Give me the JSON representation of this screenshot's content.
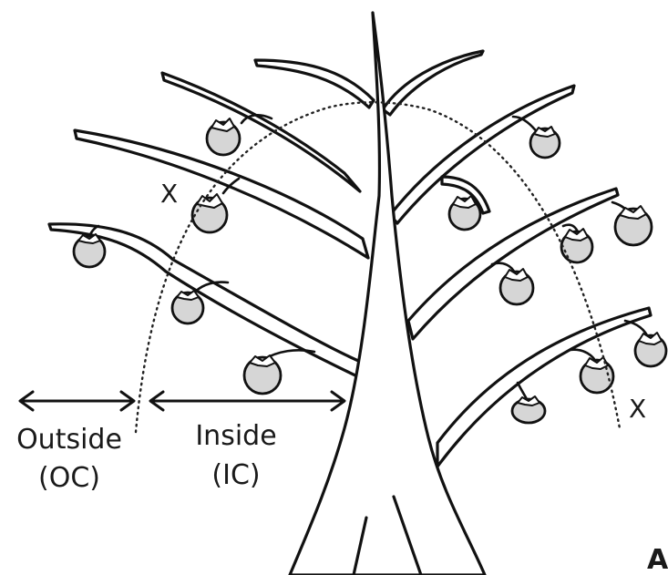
{
  "figure": {
    "panel_letter": "A",
    "marks": {
      "left": "X",
      "right": "X"
    },
    "zones": {
      "outside": {
        "line1": "Outside",
        "line2": "(OC)"
      },
      "inside": {
        "line1": "Inside",
        "line2": "(IC)"
      }
    },
    "colors": {
      "fruit": "#d6d6d6",
      "ink": "#111111",
      "background": "#ffffff"
    }
  }
}
